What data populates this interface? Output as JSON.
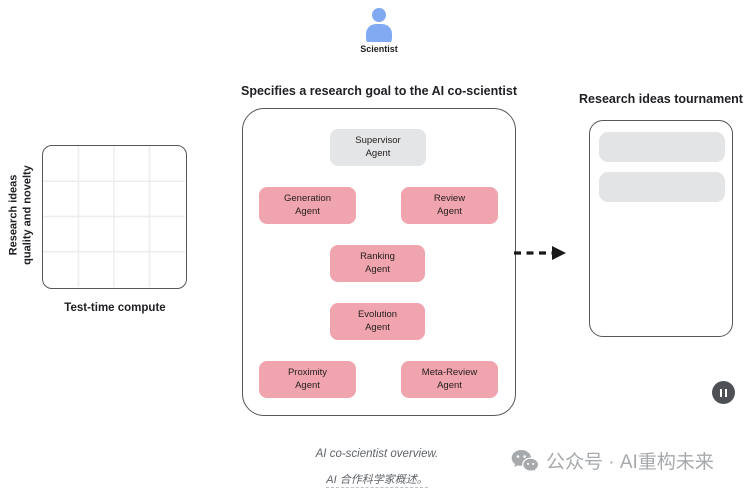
{
  "colors": {
    "agent_pink": "#f0a4ae",
    "agent_gray": "#e3e5e6",
    "scientist_blue": "#81aaf3",
    "box_border": "#54575c",
    "grid_line": "#ededed",
    "caption_gray": "#5f6368",
    "watermark_gray": "#a6aaad",
    "pause_bg": "#4d5156"
  },
  "scientist": {
    "label": "Scientist"
  },
  "flow": {
    "title": "Specifies a research goal to the AI co-scientist",
    "agents": [
      {
        "line1": "Supervisor",
        "line2": "Agent"
      },
      {
        "line1": "Generation",
        "line2": "Agent"
      },
      {
        "line1": "Review",
        "line2": "Agent"
      },
      {
        "line1": "Ranking",
        "line2": "Agent"
      },
      {
        "line1": "Evolution",
        "line2": "Agent"
      },
      {
        "line1": "Proximity",
        "line2": "Agent"
      },
      {
        "line1": "Meta-Review",
        "line2": "Agent"
      }
    ]
  },
  "left_chart": {
    "ylabel_line1": "Research ideas",
    "ylabel_line2": "quality and novelty",
    "xlabel": "Test-time compute"
  },
  "tournament": {
    "title": "Research ideas tournament"
  },
  "captions": {
    "english": "AI co-scientist overview.",
    "chinese": "AI 合作科学家概述。"
  },
  "watermark": {
    "text": "公众号 · AI重构未来"
  }
}
